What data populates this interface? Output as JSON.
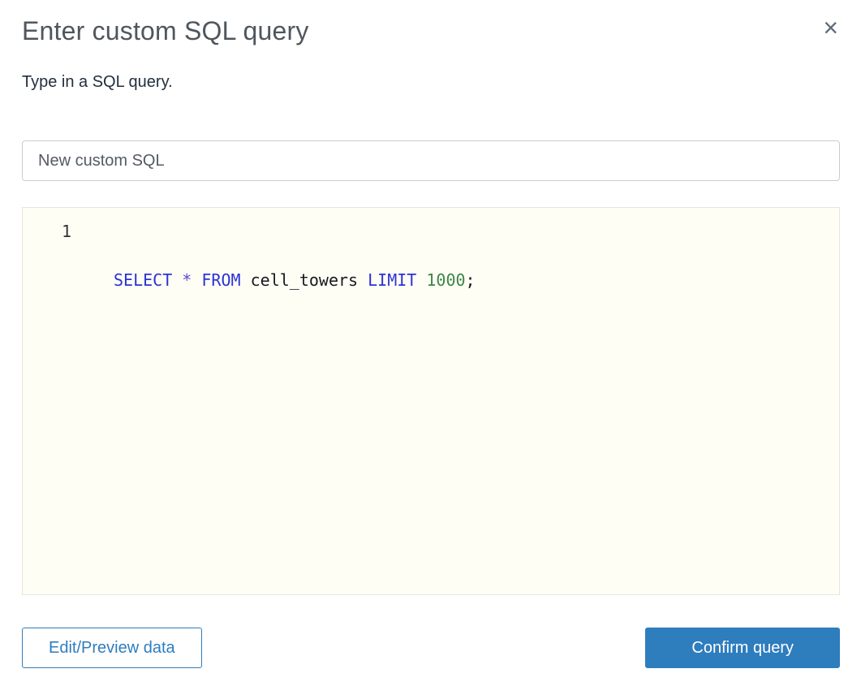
{
  "dialog": {
    "title": "Enter custom SQL query",
    "subtitle": "Type in a SQL query.",
    "close_icon": "×"
  },
  "name_input": {
    "value": "New custom SQL"
  },
  "editor": {
    "line_number": "1",
    "code": "SELECT * FROM cell_towers LIMIT 1000;",
    "tokens": [
      {
        "text": "SELECT",
        "type": "keyword"
      },
      {
        "text": " ",
        "type": "plain"
      },
      {
        "text": "*",
        "type": "operator"
      },
      {
        "text": " ",
        "type": "plain"
      },
      {
        "text": "FROM",
        "type": "keyword"
      },
      {
        "text": " ",
        "type": "plain"
      },
      {
        "text": "cell_towers",
        "type": "plain"
      },
      {
        "text": " ",
        "type": "plain"
      },
      {
        "text": "LIMIT",
        "type": "keyword"
      },
      {
        "text": " ",
        "type": "plain"
      },
      {
        "text": "1000",
        "type": "number"
      },
      {
        "text": ";",
        "type": "plain"
      }
    ]
  },
  "buttons": {
    "edit_preview": "Edit/Preview data",
    "confirm": "Confirm query"
  },
  "colors": {
    "accent": "#2e7dbd",
    "sql-keyword": "#2c33d4",
    "sql-operator": "#6247d5",
    "sql-number": "#3c8746",
    "sql-text": "#16191f",
    "editor-bg": "#fffef5"
  }
}
